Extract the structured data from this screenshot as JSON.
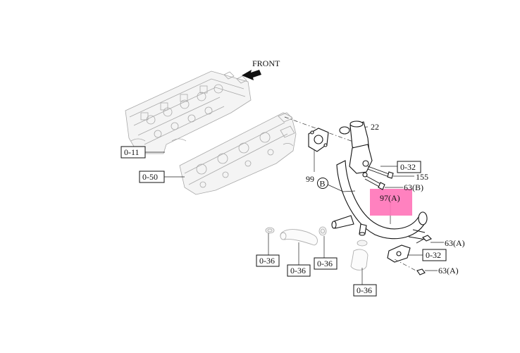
{
  "colors": {
    "highlight": "#ff73b8",
    "line": "#111111",
    "ghost": "#a8a8a8"
  },
  "direction_label": "FRONT",
  "section_refs": {
    "ref_0_11": "0-11",
    "ref_0_50": "0-50",
    "ref_0_32_top": "0-32",
    "ref_0_32_bottom": "0-32",
    "ref_0_36_a": "0-36",
    "ref_0_36_b": "0-36",
    "ref_0_36_c": "0-36",
    "ref_0_36_d": "0-36"
  },
  "part_numbers": {
    "p22": "22",
    "p99": "99",
    "p155": "155",
    "p63b": "63(B)",
    "p97a": "97(A)",
    "p63a_upper": "63(A)",
    "p63a_lower": "63(A)",
    "callout_b": "B"
  }
}
